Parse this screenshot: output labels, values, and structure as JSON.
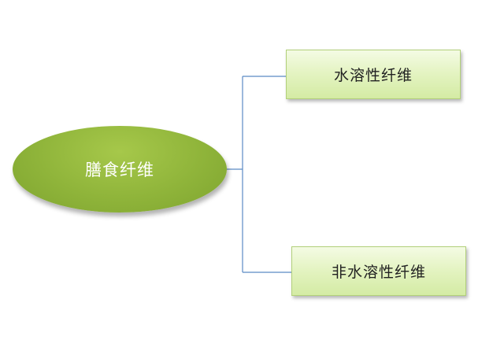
{
  "diagram": {
    "root": {
      "label": "膳食纤维"
    },
    "children": [
      {
        "label": "水溶性纤维"
      },
      {
        "label": "非水溶性纤维"
      }
    ]
  },
  "colors": {
    "root_fill": "#8fb43a",
    "child_fill": "#e3f3c0",
    "child_border": "#b2d07a",
    "connector": "#5b8ac4"
  }
}
